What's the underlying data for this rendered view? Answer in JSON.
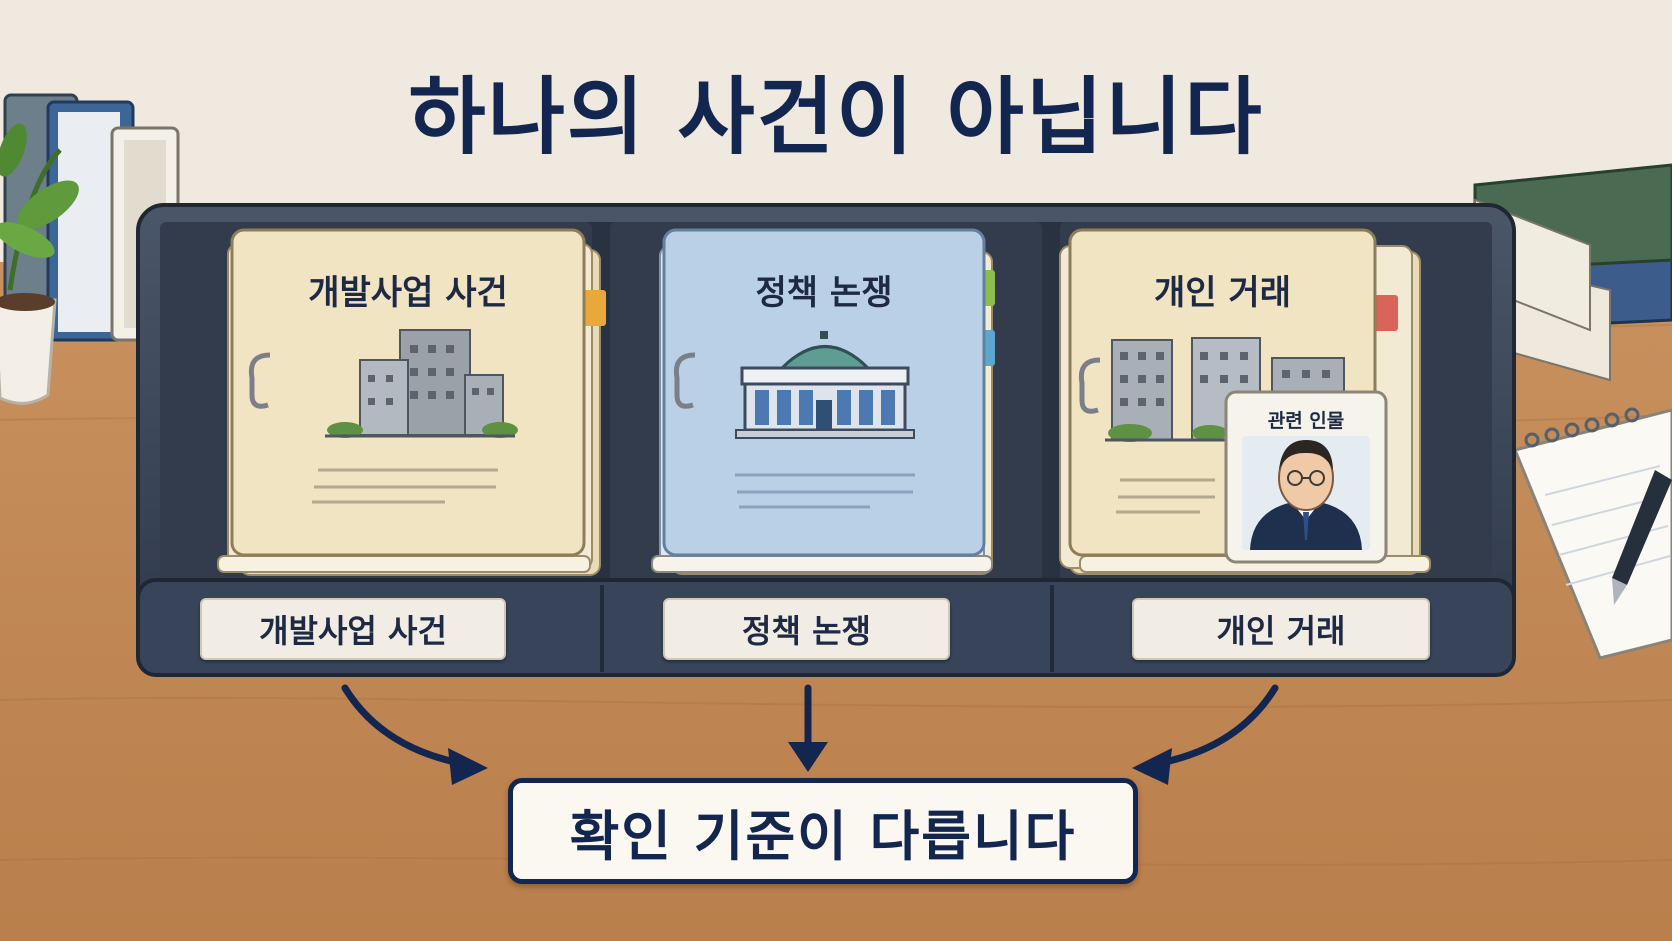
{
  "title": "하나의 사건이 아닙니다",
  "folders": [
    {
      "title": "개발사업 사건",
      "slot_label": "개발사업 사건",
      "icon": "buildings-icon",
      "tab_color": "#e8a93a"
    },
    {
      "title": "정책 논쟁",
      "slot_label": "정책 논쟁",
      "icon": "assembly-building-icon",
      "tab_colors": [
        "#8dbd4c",
        "#5fa6cf"
      ]
    },
    {
      "title": "개인 거래",
      "slot_label": "개인 거래",
      "icon": "apartments-icon",
      "tab_color": "#d9655a",
      "person_card": {
        "label": "관련 인물",
        "icon": "person-portrait-icon"
      }
    }
  ],
  "conclusion": "확인 기준이 다릅니다",
  "colors": {
    "navy": "#13264f",
    "tray": "#3a4658",
    "desk": "#c48d5c",
    "wall": "#efe9df",
    "folder_beige": "#f1e4c3",
    "folder_blue": "#b9d0e6"
  }
}
